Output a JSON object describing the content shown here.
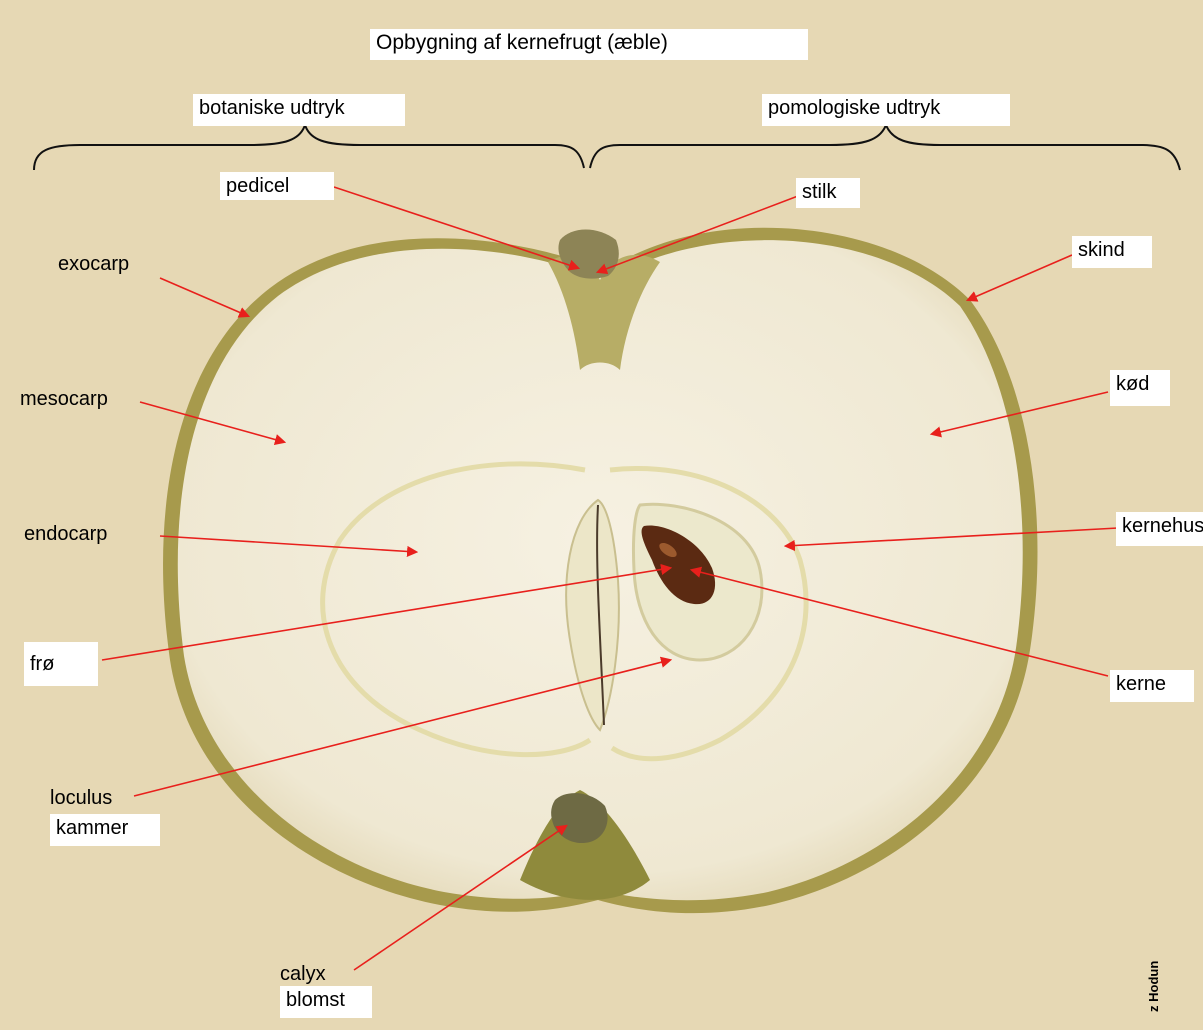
{
  "title": "Opbygning af kernefrugt (æble)",
  "headings": {
    "botanical": "botaniske udtryk",
    "pomological": "pomologiske udtryk"
  },
  "botanical_labels": {
    "pedicel": "pedicel",
    "exocarp": "exocarp",
    "mesocarp": "mesocarp",
    "endocarp": "endocarp",
    "seed": "frø",
    "loculus": "loculus",
    "calyx": "calyx"
  },
  "pomological_labels": {
    "stalk": "stilk",
    "skin": "skind",
    "flesh": "kød",
    "core": "kernehus",
    "pip": "kerne",
    "chamber": "kammer",
    "flower": "blomst"
  },
  "credit": "z Hodun",
  "colors": {
    "background": "#e6d8b4",
    "arrow": "#e8201c",
    "flesh": "#f3edda",
    "skin": "#a79a4c",
    "seed": "#5b2a12"
  }
}
